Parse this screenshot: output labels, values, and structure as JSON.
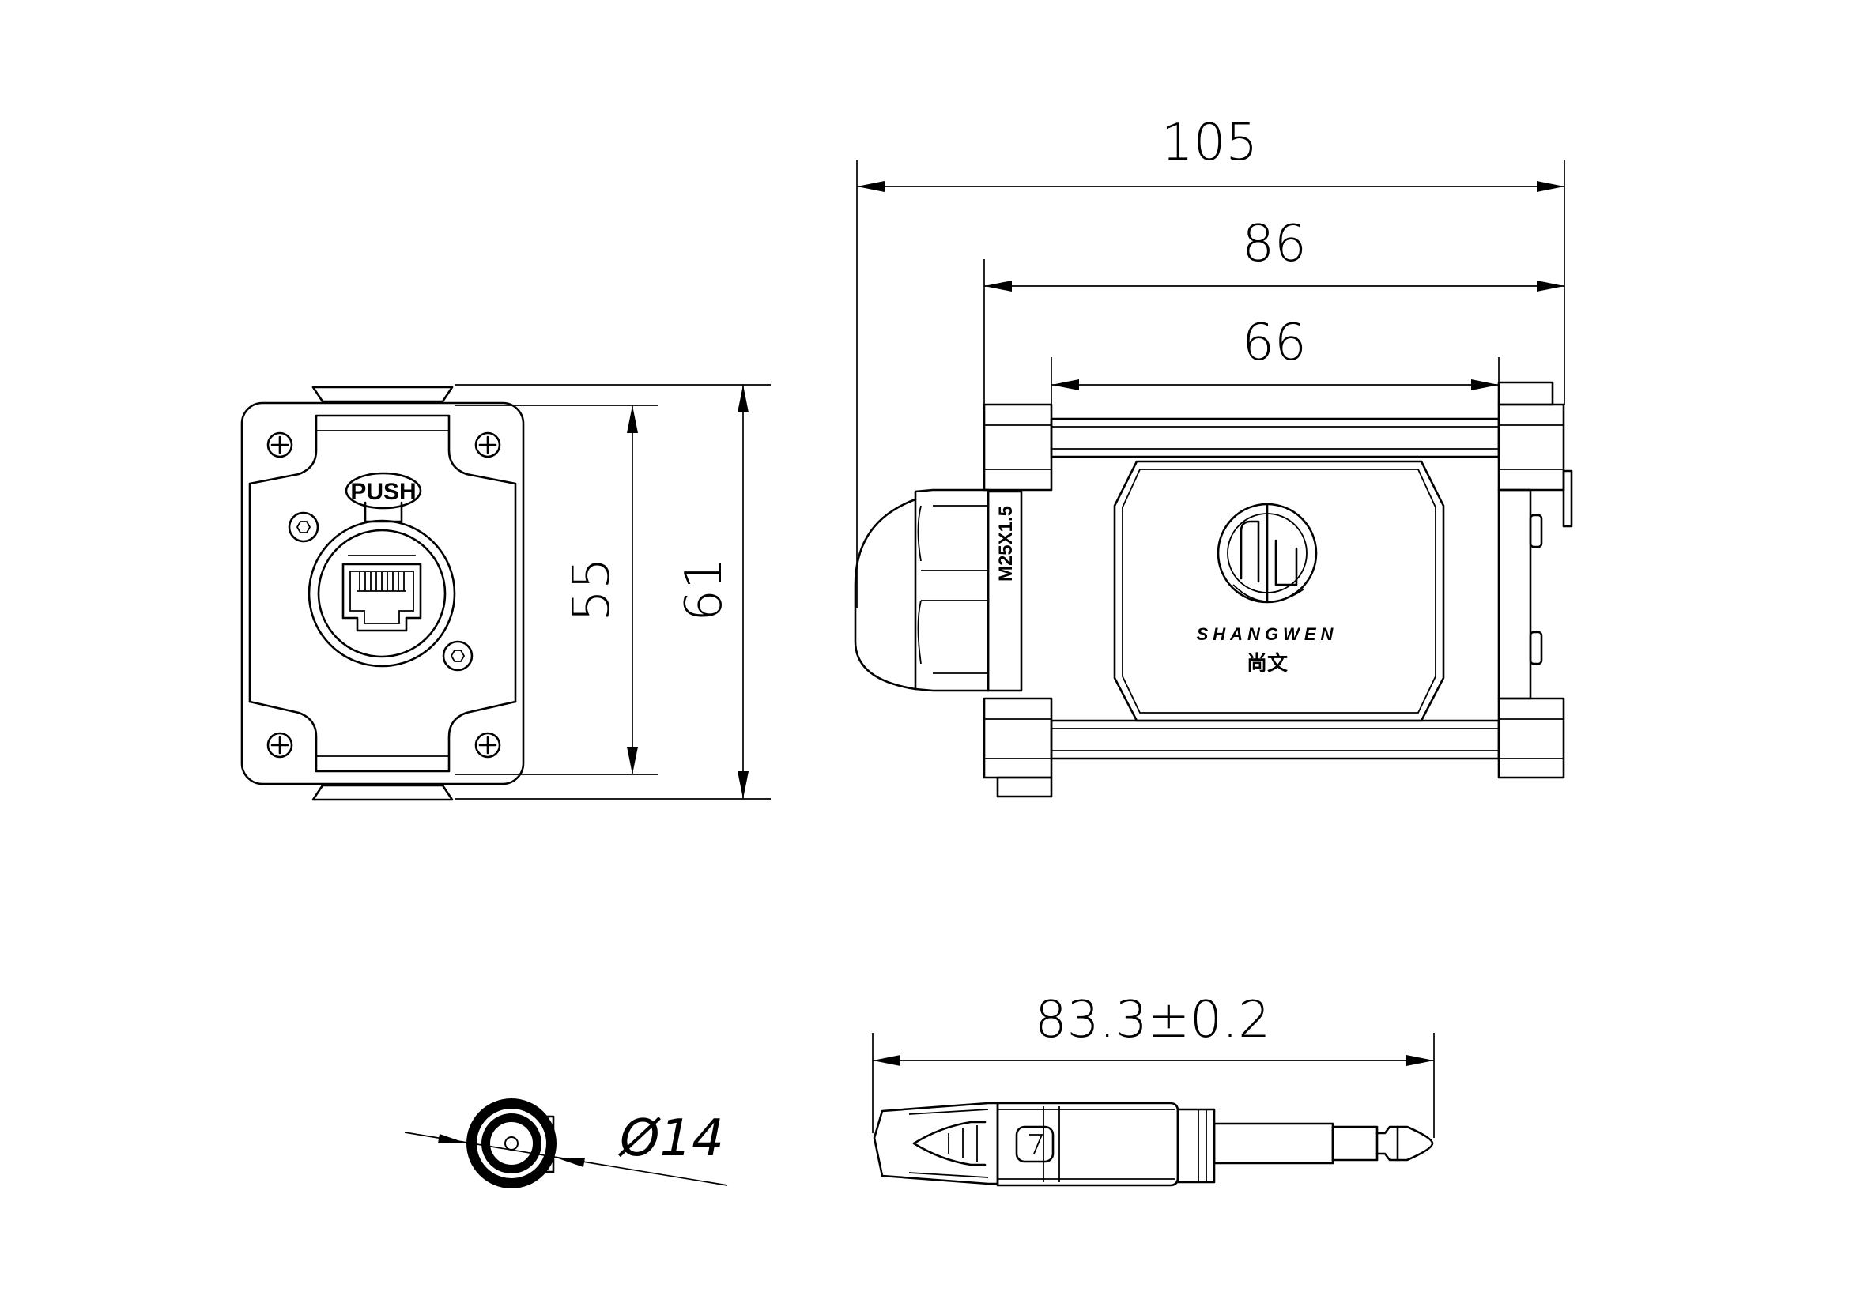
{
  "front_view": {
    "push_label": "PUSH",
    "dim_inner_height": "55",
    "dim_outer_height": "61"
  },
  "side_view": {
    "dim_overall_length": "105",
    "dim_body_length": "86",
    "dim_inner_length": "66",
    "thread_label": "M25X1.5",
    "brand_name": "SHANGWEN",
    "brand_name_cn": "尚文"
  },
  "plug_end_view": {
    "dim_diameter": "Ø14"
  },
  "plug_side_view": {
    "dim_length": "83.3±0.2"
  }
}
